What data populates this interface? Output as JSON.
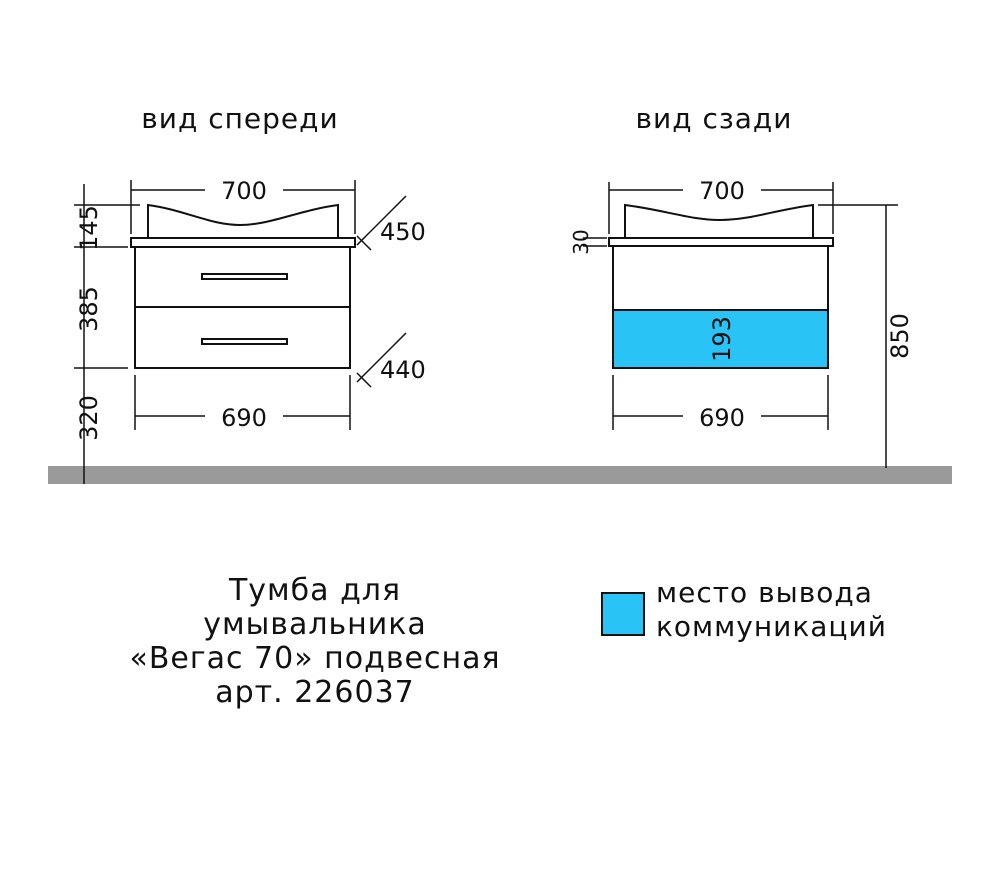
{
  "views": {
    "front": {
      "title": "вид спереди",
      "dims": {
        "top_width": "700",
        "bottom_width": "690",
        "basin_height": "145",
        "cabinet_height": "385",
        "mount_height": "320",
        "depth_top": "450",
        "depth_bottom": "440"
      }
    },
    "back": {
      "title": "вид сзади",
      "dims": {
        "top_width": "700",
        "bottom_width": "690",
        "countertop_thickness": "30",
        "cutout_height": "193",
        "total_height": "850"
      }
    }
  },
  "caption": {
    "line1": "Тумба для",
    "line2": "умывальника",
    "line3": "«Вегас 70» подвесная",
    "line4": "арт. 226037"
  },
  "legend": {
    "line1": "место вывода",
    "line2": "коммуникаций"
  },
  "colors": {
    "cutout": "#29c3f5",
    "floor": "#9a9a9a",
    "lines": "#111111"
  }
}
